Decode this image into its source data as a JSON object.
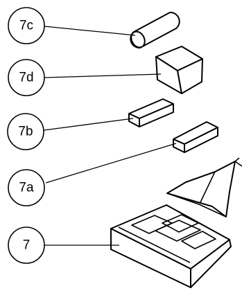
{
  "callouts": [
    {
      "id": "7c",
      "label": "7c",
      "part": "cylinder"
    },
    {
      "id": "7d",
      "label": "7d",
      "part": "cube"
    },
    {
      "id": "7b",
      "label": "7b",
      "part": "small-block"
    },
    {
      "id": "7a",
      "label": "7a",
      "part": "small-block"
    },
    {
      "id": "7",
      "label": "7",
      "part": "tray-assembly"
    }
  ]
}
